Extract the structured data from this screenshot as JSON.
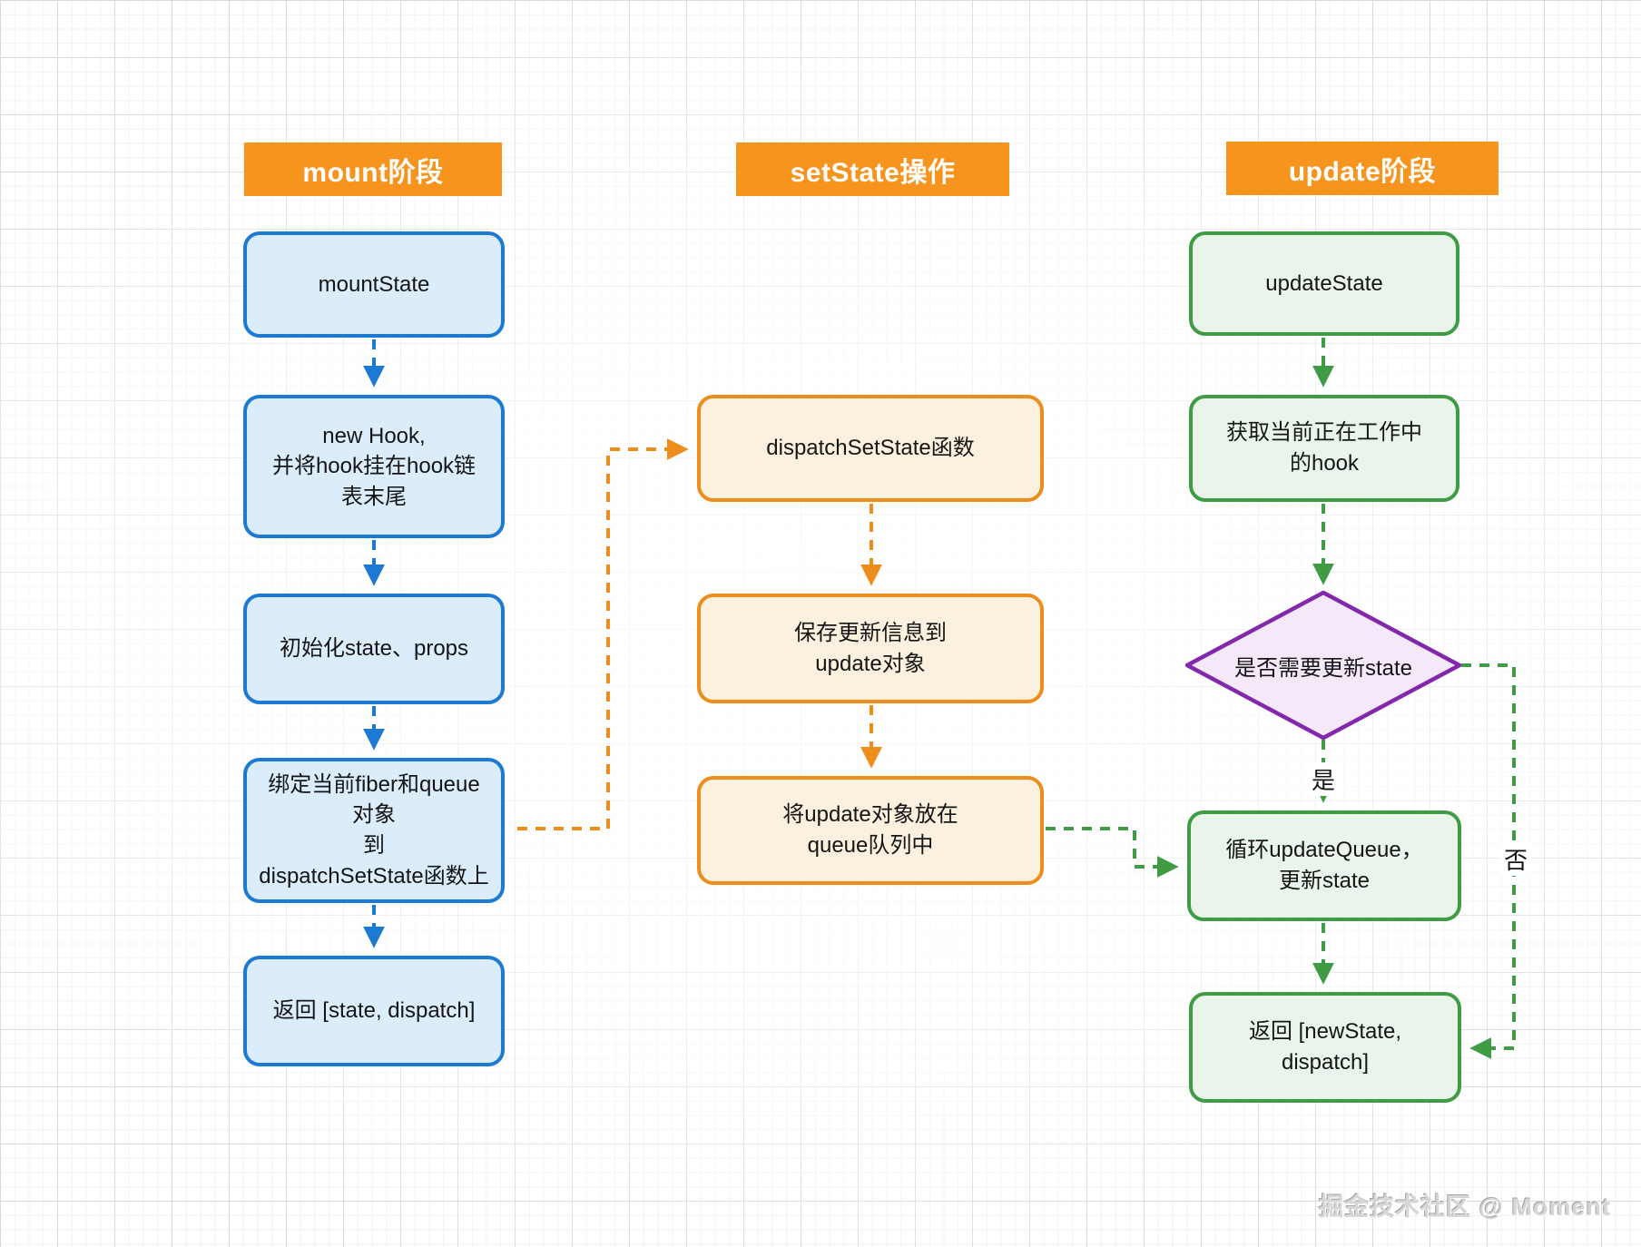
{
  "diagram": {
    "headers": [
      {
        "label": "mount阶段"
      },
      {
        "label": "setState操作"
      },
      {
        "label": "update阶段"
      }
    ],
    "mount_nodes": [
      {
        "label": "mountState"
      },
      {
        "label": "new Hook,\n并将hook挂在hook链\n表末尾"
      },
      {
        "label": "初始化state、props"
      },
      {
        "label": "绑定当前fiber和queue对象\n到\ndispatchSetState函数上"
      },
      {
        "label": "返回 [state, dispatch]"
      }
    ],
    "setstate_nodes": [
      {
        "label": "dispatchSetState函数"
      },
      {
        "label": "保存更新信息到\nupdate对象"
      },
      {
        "label": "将update对象放在\nqueue队列中"
      }
    ],
    "update_nodes": [
      {
        "label": "updateState"
      },
      {
        "label": "获取当前正在工作中\n的hook"
      },
      {
        "label": "循环updateQueue，\n更新state"
      },
      {
        "label": "返回 [newState, dispatch]"
      }
    ],
    "decision": {
      "label": "是否需要更新state",
      "yes_label": "是",
      "no_label": "否"
    },
    "watermark": "掘金技术社区 @ Moment",
    "colors": {
      "header_bg": "#F7941D",
      "blue_border": "#1D7AD2",
      "blue_fill": "#DBECFB",
      "orange_border": "#ED8E1C",
      "orange_fill": "#FCF1DE",
      "green_border": "#3F9B44",
      "green_fill": "#E9F5EA",
      "purple_border": "#8128AC",
      "purple_fill": "#F5E9F9"
    }
  }
}
